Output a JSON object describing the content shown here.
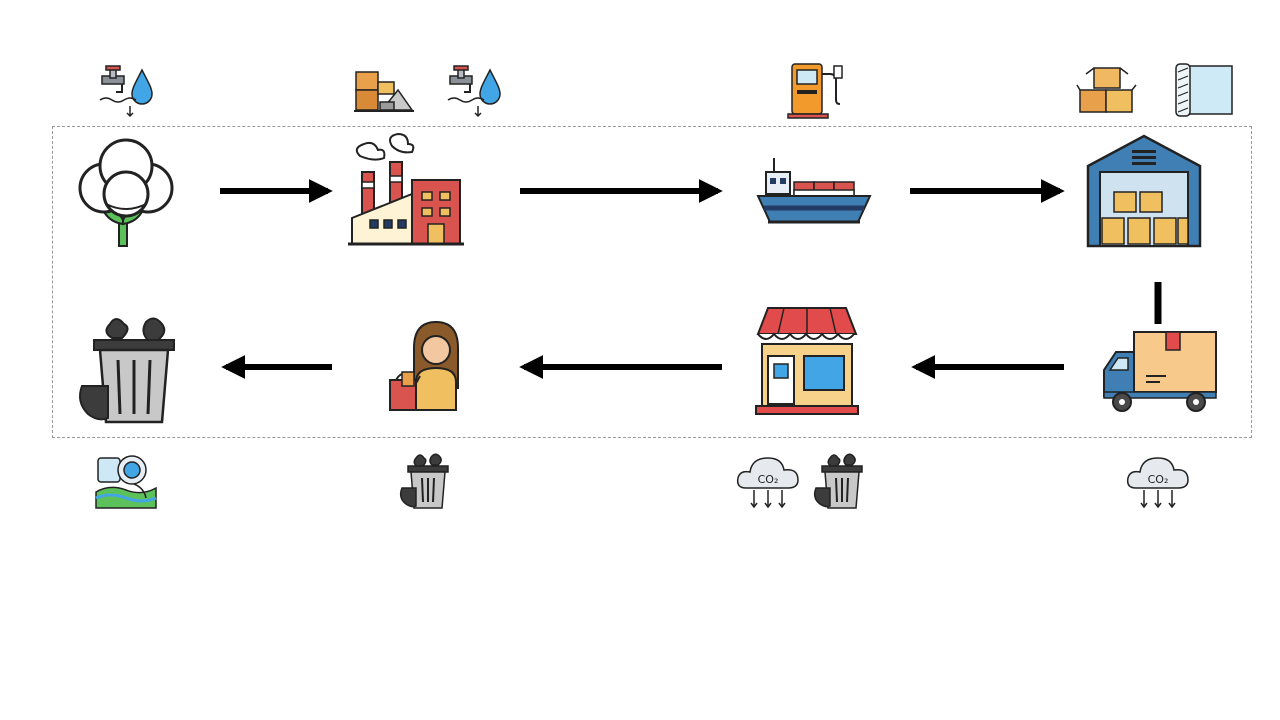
{
  "diagram": {
    "stages": [
      {
        "id": "cotton",
        "icon": "cotton-plant-icon",
        "inputs": [
          "water-tap-icon"
        ],
        "outputs": [
          "water-pollution-icon"
        ]
      },
      {
        "id": "factory",
        "icon": "factory-icon",
        "inputs": [
          "raw-materials-icon",
          "water-tap-icon"
        ],
        "outputs": []
      },
      {
        "id": "ship",
        "icon": "cargo-ship-icon",
        "inputs": [
          "fuel-pump-icon"
        ],
        "outputs": []
      },
      {
        "id": "warehouse",
        "icon": "warehouse-icon",
        "inputs": [
          "cardboard-boxes-icon",
          "plastic-wrap-roll-icon"
        ],
        "outputs": []
      },
      {
        "id": "truck",
        "icon": "delivery-truck-icon",
        "inputs": [],
        "outputs": [
          "co2-cloud-icon"
        ]
      },
      {
        "id": "store",
        "icon": "store-icon",
        "inputs": [],
        "outputs": [
          "co2-cloud-icon",
          "waste-bin-icon"
        ]
      },
      {
        "id": "consumer",
        "icon": "shopper-icon",
        "inputs": [],
        "outputs": [
          "waste-bin-icon"
        ]
      },
      {
        "id": "disposal",
        "icon": "trash-bin-icon",
        "inputs": [],
        "outputs": []
      }
    ],
    "flow": [
      "cotton",
      "factory",
      "ship",
      "warehouse",
      "truck",
      "store",
      "consumer",
      "disposal"
    ],
    "co2_label": "CO₂",
    "colors": {
      "arrow": "#000000",
      "frame": "#9a9a9a",
      "green": "#5cc15a",
      "factory_red": "#d9534f",
      "ship_navy": "#243b63",
      "warehouse_blue": "#3f7fb4",
      "box_gold": "#f0c060",
      "awning_red": "#e24b4b",
      "pump_orange": "#f39a2d",
      "water_blue": "#42a6e6"
    }
  }
}
